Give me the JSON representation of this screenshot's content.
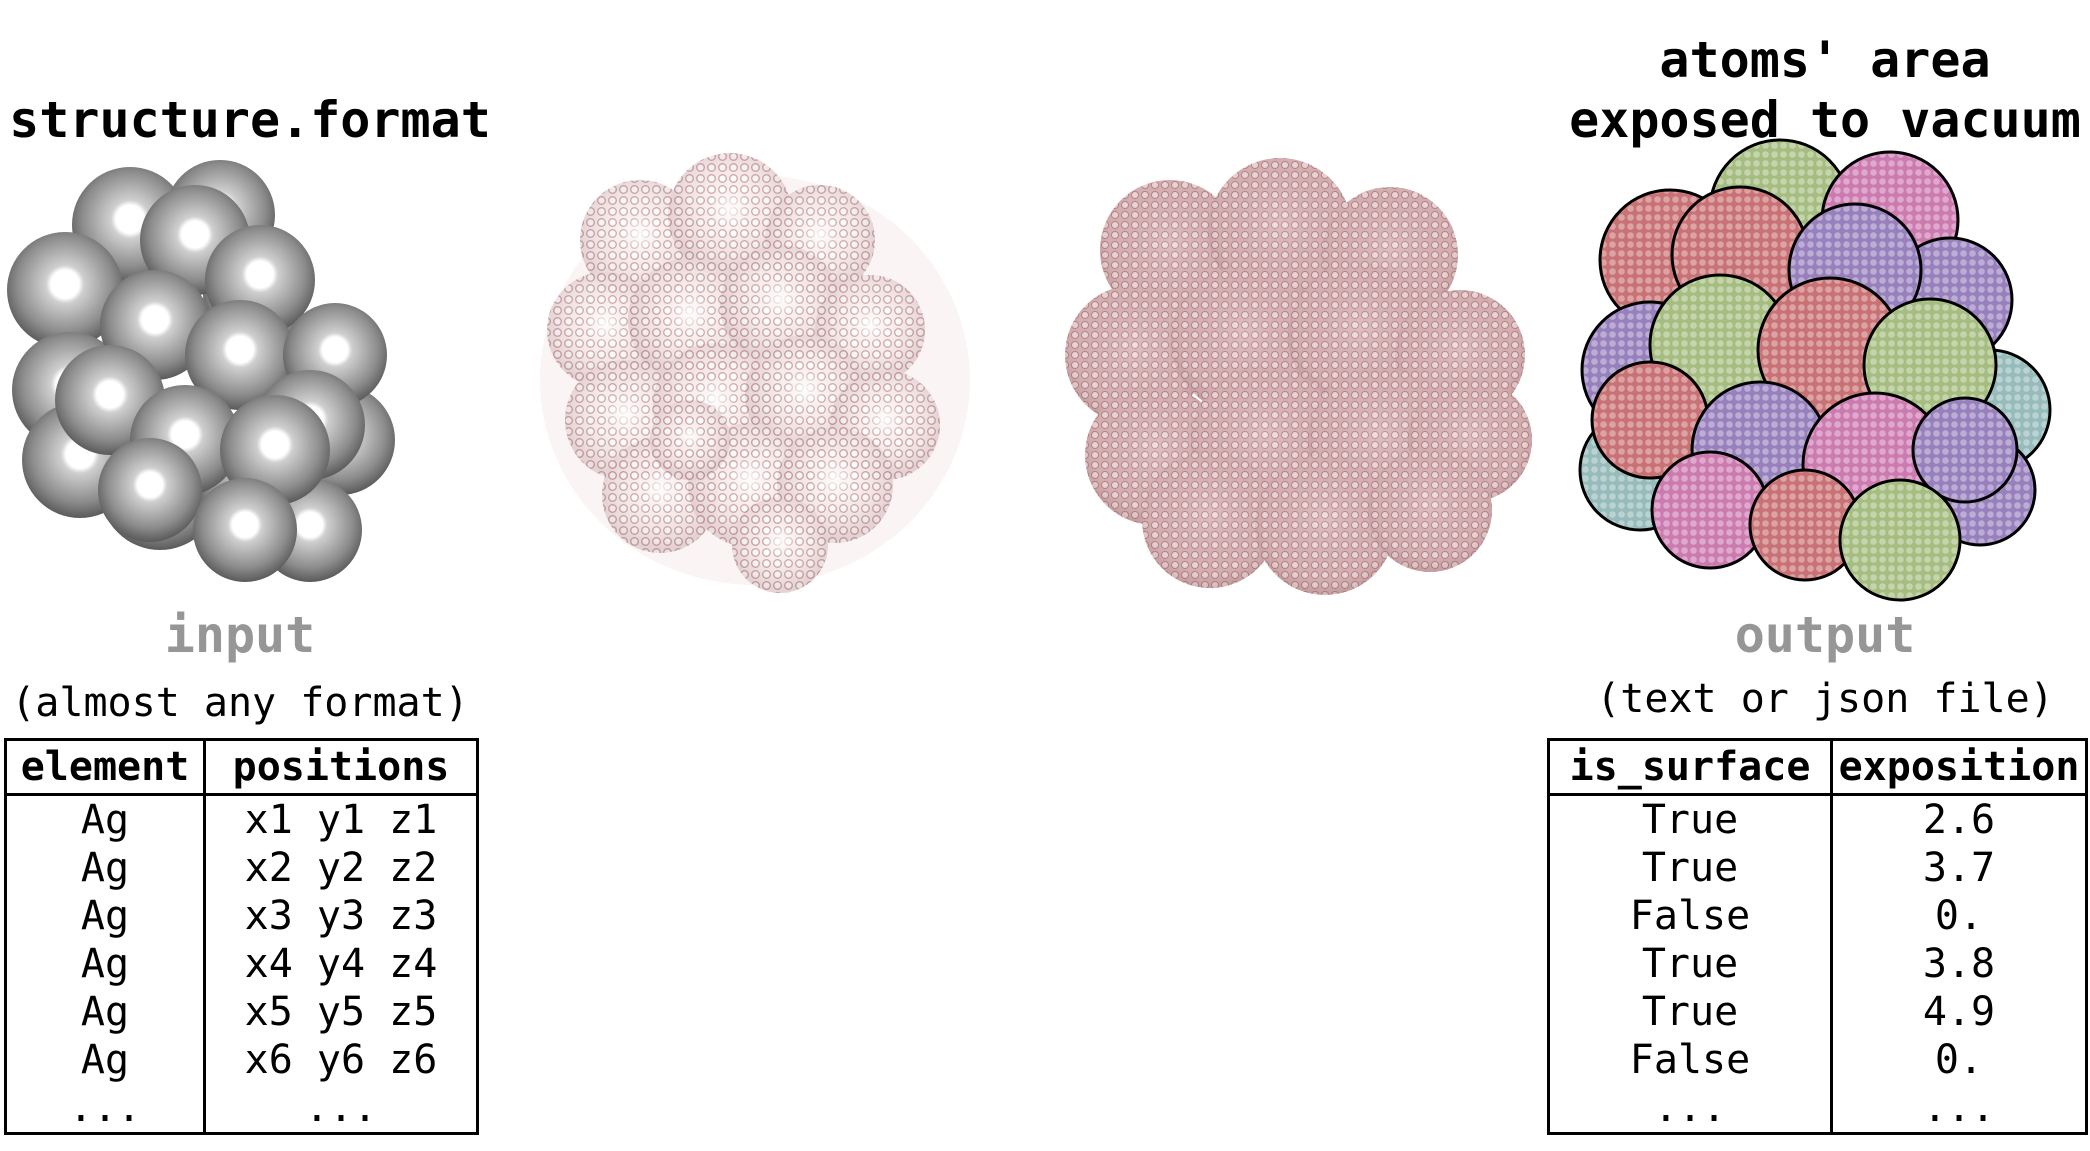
{
  "left": {
    "title": "structure.format",
    "caption": "input",
    "subcaption": "(almost any format)",
    "table": {
      "headers": [
        "element",
        "positions"
      ],
      "rows": [
        [
          "Ag",
          "x1 y1 z1"
        ],
        [
          "Ag",
          "x2 y2 z2"
        ],
        [
          "Ag",
          "x3 y3 z3"
        ],
        [
          "Ag",
          "x4 y4 z4"
        ],
        [
          "Ag",
          "x5 y5 z5"
        ],
        [
          "Ag",
          "x6 y6 z6"
        ],
        [
          "...",
          "..."
        ]
      ]
    }
  },
  "right": {
    "title_line1": "atoms' area",
    "title_line2": "exposed to vacuum",
    "caption": "output",
    "subcaption": "(text or json file)",
    "table": {
      "headers": [
        "is_surface",
        "exposition"
      ],
      "rows": [
        [
          "True",
          "2.6"
        ],
        [
          "True",
          "3.7"
        ],
        [
          "False",
          "0."
        ],
        [
          "True",
          "3.8"
        ],
        [
          "True",
          "4.9"
        ],
        [
          "False",
          "0."
        ],
        [
          "...",
          "..."
        ]
      ]
    }
  },
  "colors": {
    "silver": "#8c8c8c",
    "dot_pink": "#c99a9e",
    "region_red": "#e07f82",
    "region_green": "#b8d38f",
    "region_purple": "#a98fd3",
    "region_pink": "#e389c4",
    "region_teal": "#a8cfcf"
  }
}
